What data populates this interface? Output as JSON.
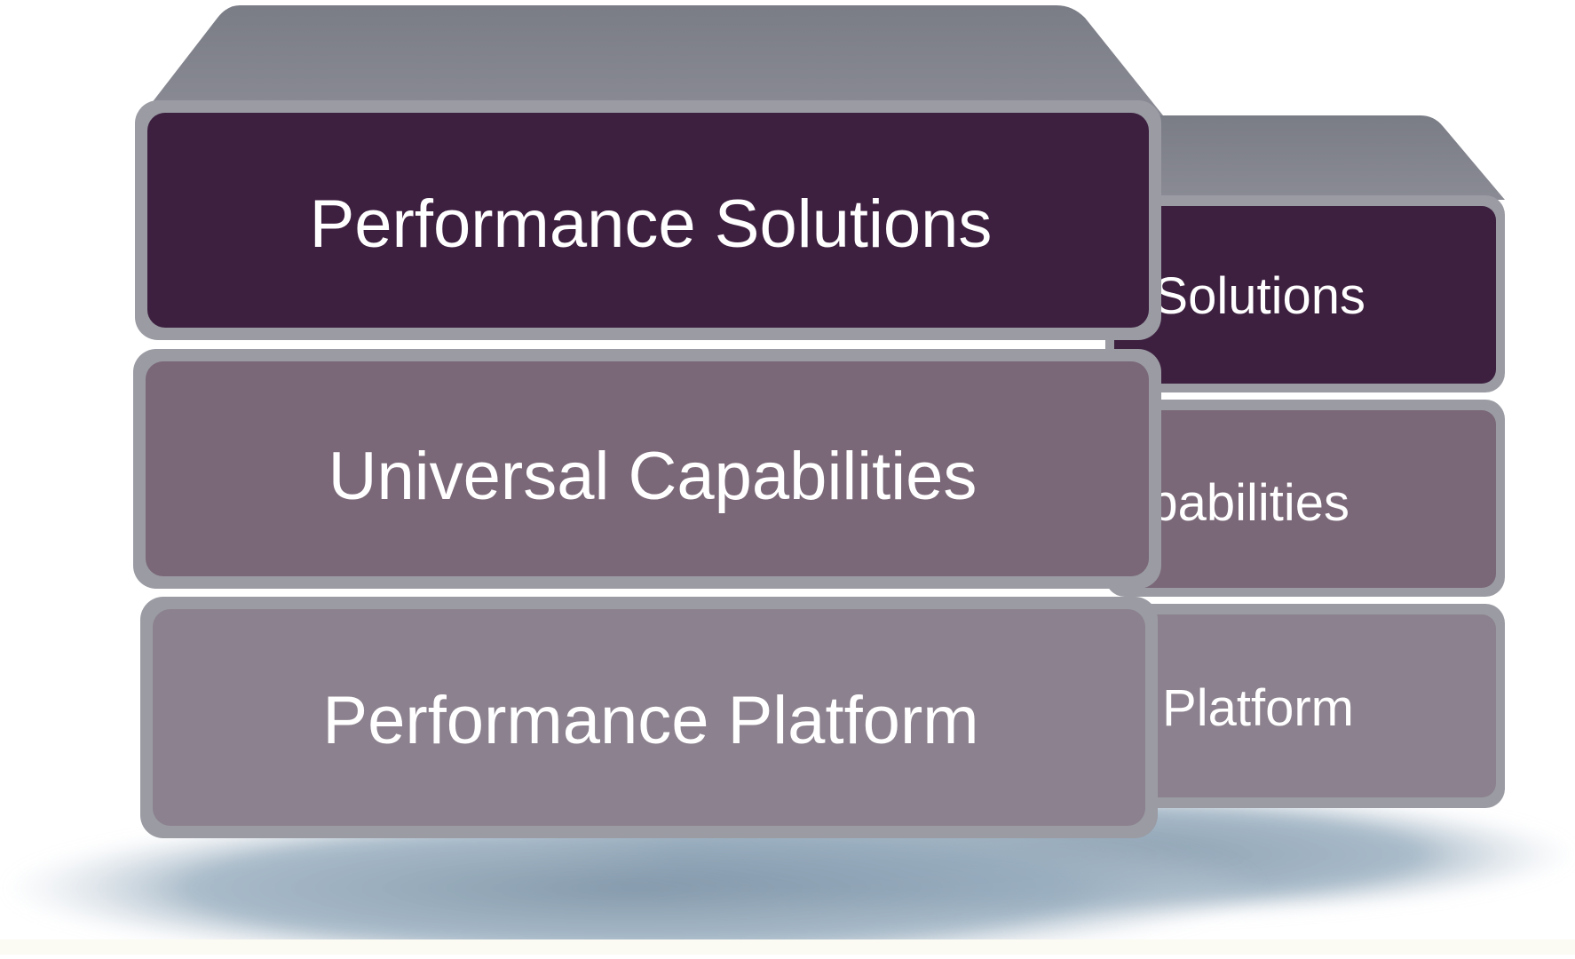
{
  "diagram": {
    "front_stack": {
      "layers": [
        {
          "label": "Performance Solutions",
          "color": "#3d1f3f"
        },
        {
          "label": "Universal Capabilities",
          "color": "#7a6777"
        },
        {
          "label": "Performance Platform",
          "color": "#8c818e"
        }
      ]
    },
    "back_stack": {
      "layers": [
        {
          "visible_label": "Solutions",
          "color": "#3d1f3f"
        },
        {
          "visible_label": "pabilities",
          "color": "#7a6777"
        },
        {
          "visible_label": "Platform",
          "color": "#8c818e"
        }
      ]
    },
    "colors": {
      "frame": "#9a9ba3",
      "top_face": "#7f8089",
      "shadow": "#8fa3b4"
    }
  }
}
